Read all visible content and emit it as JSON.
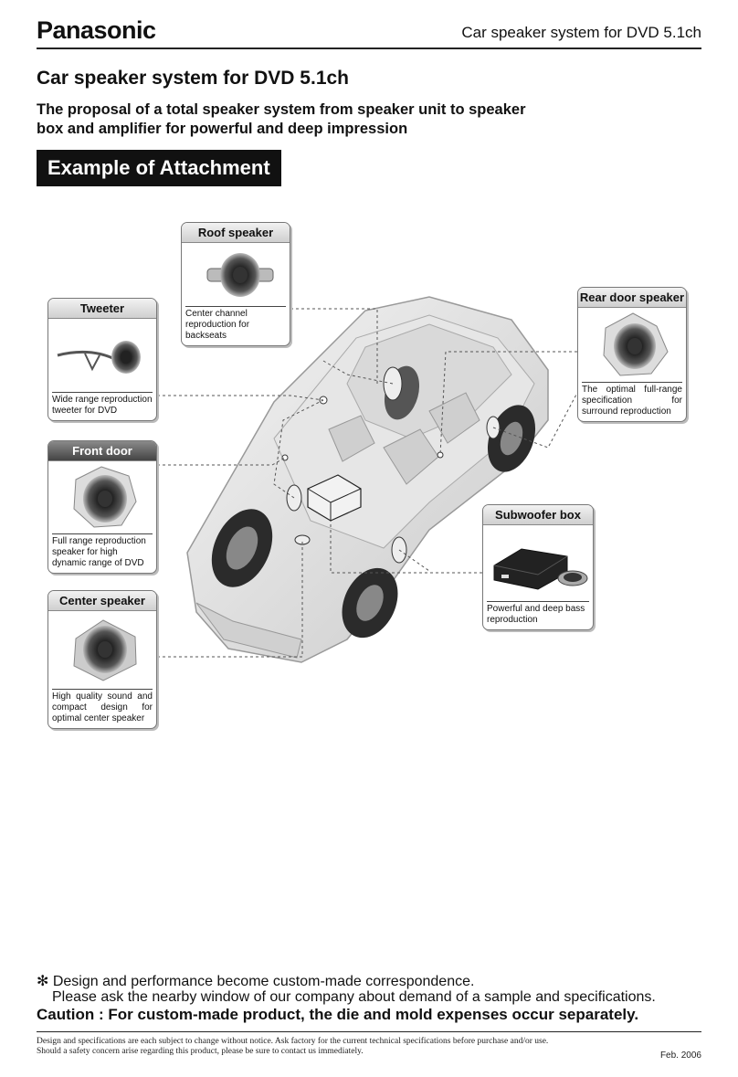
{
  "header": {
    "logo": "Panasonic",
    "product_title": "Car speaker system for DVD 5.1ch"
  },
  "page_title": "Car speaker system for DVD 5.1ch",
  "subtitle": "The proposal of a total speaker system from speaker unit to speaker box and amplifier for powerful and deep impression",
  "section_banner": "Example of Attachment",
  "callouts": {
    "roof": {
      "title": "Roof speaker",
      "desc": "Center channel reproduction for backseats"
    },
    "tweeter": {
      "title": "Tweeter",
      "desc": "Wide range reproduction tweeter for DVD"
    },
    "front_door": {
      "title": "Front door speaker",
      "desc": "Full range reproduction speaker for high dynamic range of DVD"
    },
    "center": {
      "title": "Center speaker",
      "desc": "High quality sound and compact design for optimal center speaker"
    },
    "rear_door": {
      "title": "Rear door speaker",
      "desc": "The optimal full-range specification for surround reproduction"
    },
    "subwoofer": {
      "title": "Subwoofer box",
      "desc": "Powerful and deep bass reproduction"
    }
  },
  "notes": {
    "line1": "✻ Design and performance become custom-made correspondence.",
    "line2": "Please ask the nearby window of our company about demand of a sample and specifications.",
    "caution": "Caution : For custom-made product, the die and mold expenses occur separately."
  },
  "footer": {
    "fine1": "Design and specifications are each subject to change without notice.  Ask factory for the current technical specifications before purchase and/or use.",
    "fine2": "Should a safety concern arise regarding this product, please be sure to contact us immediately.",
    "date": "Feb. 2006"
  }
}
